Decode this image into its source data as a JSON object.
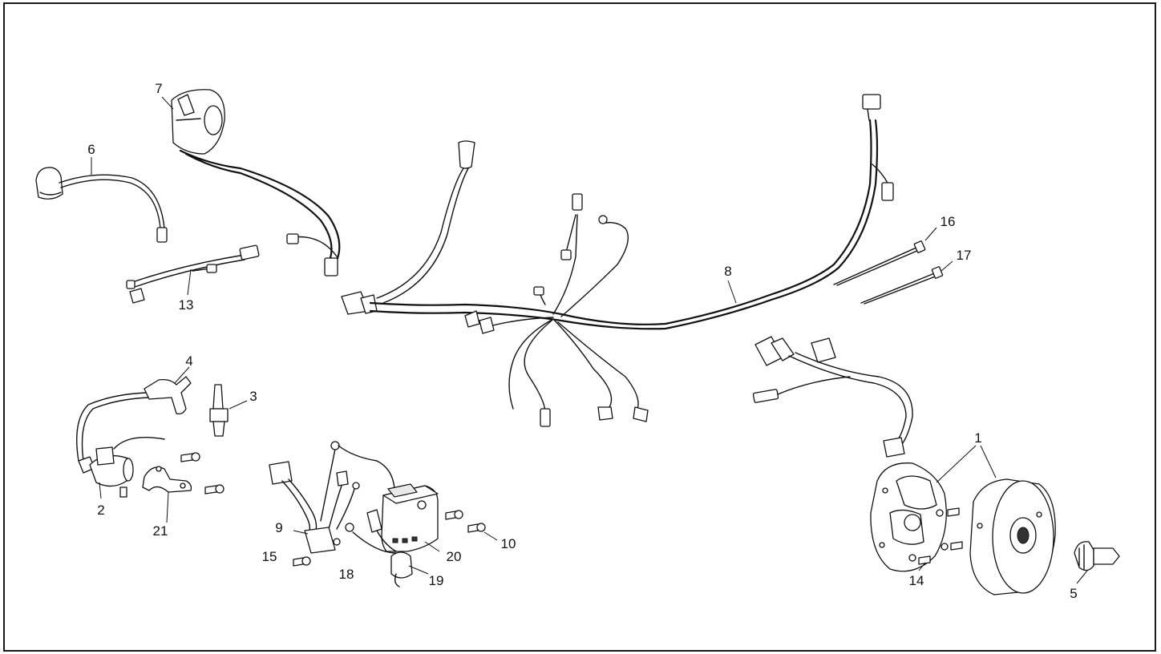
{
  "diagram": {
    "labels": [
      {
        "id": "1",
        "text": "1"
      },
      {
        "id": "2",
        "text": "2"
      },
      {
        "id": "3",
        "text": "3"
      },
      {
        "id": "4",
        "text": "4"
      },
      {
        "id": "5",
        "text": "5"
      },
      {
        "id": "6",
        "text": "6"
      },
      {
        "id": "7",
        "text": "7"
      },
      {
        "id": "8",
        "text": "8"
      },
      {
        "id": "9",
        "text": "9"
      },
      {
        "id": "10",
        "text": "10"
      },
      {
        "id": "13",
        "text": "13"
      },
      {
        "id": "14",
        "text": "14"
      },
      {
        "id": "15",
        "text": "15"
      },
      {
        "id": "16",
        "text": "16"
      },
      {
        "id": "17",
        "text": "17"
      },
      {
        "id": "18",
        "text": "18"
      },
      {
        "id": "19",
        "text": "19"
      },
      {
        "id": "20",
        "text": "20"
      },
      {
        "id": "21",
        "text": "21"
      }
    ]
  }
}
